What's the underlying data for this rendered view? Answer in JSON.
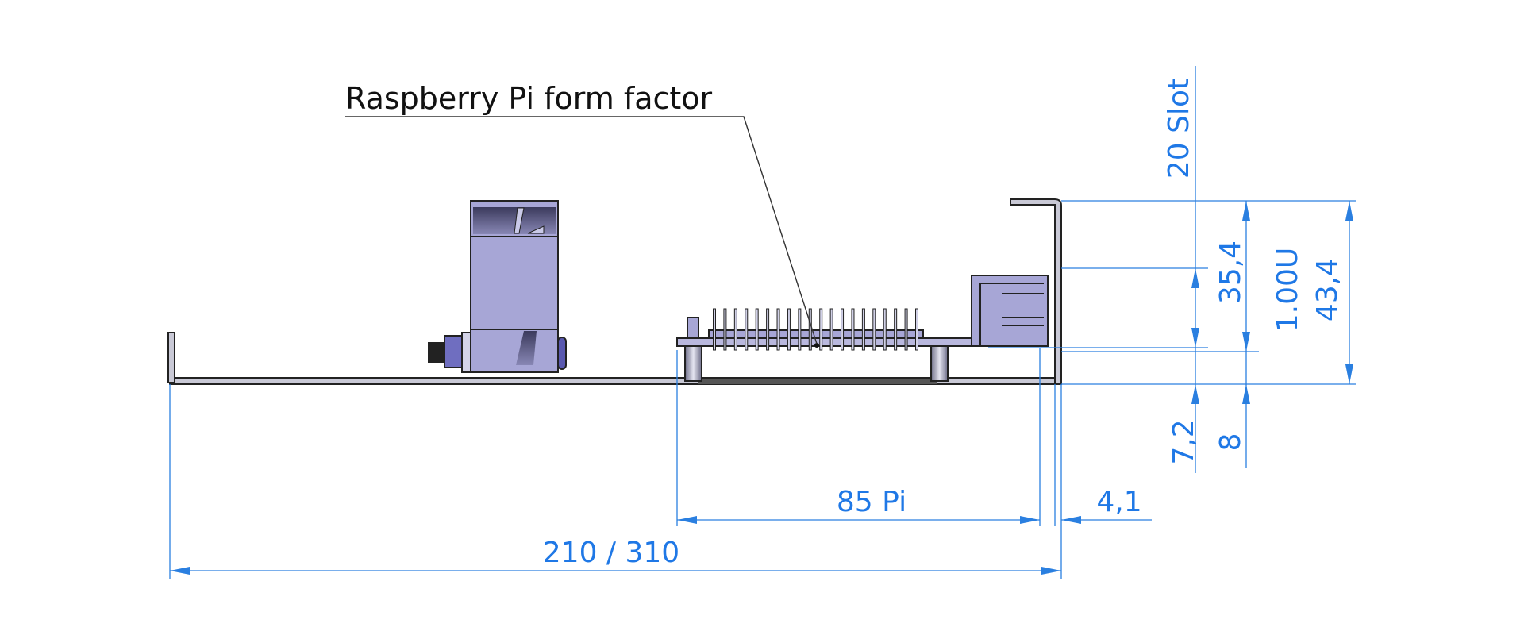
{
  "callout": {
    "label": "Raspberry Pi form factor"
  },
  "dimensions": {
    "slot": "20 Slot",
    "d35": "35,4",
    "u": "1.00U",
    "d43": "43,4",
    "d72": "7,2",
    "d8": "8",
    "pi_width": "85 Pi",
    "offset": "4,1",
    "depth": "210 / 310"
  },
  "colors": {
    "dimension": "#2a7fe0",
    "part_fill": "#a7a6d6",
    "part_dark": "#4d4c70",
    "plate": "#c9c9d6"
  },
  "header_pins": 20
}
